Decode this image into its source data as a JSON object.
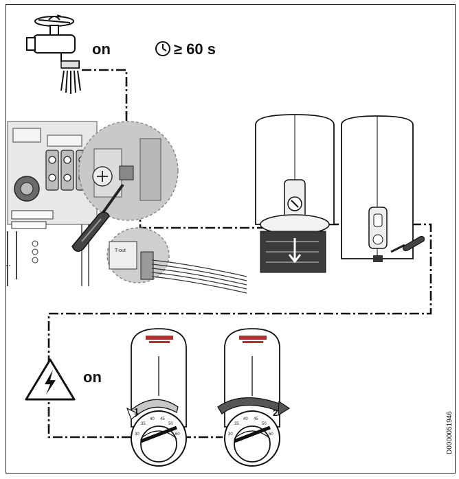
{
  "step1": {
    "tap_state": "on",
    "duration": "≥ 60 s"
  },
  "step4": {
    "power_state": "on"
  },
  "knobs": {
    "left_step": "1",
    "right_step": "2"
  },
  "doc_id": "D0000051946",
  "icons": [
    "water-tap-icon",
    "clock-icon",
    "screwdriver-icon",
    "high-voltage-warning-icon"
  ]
}
